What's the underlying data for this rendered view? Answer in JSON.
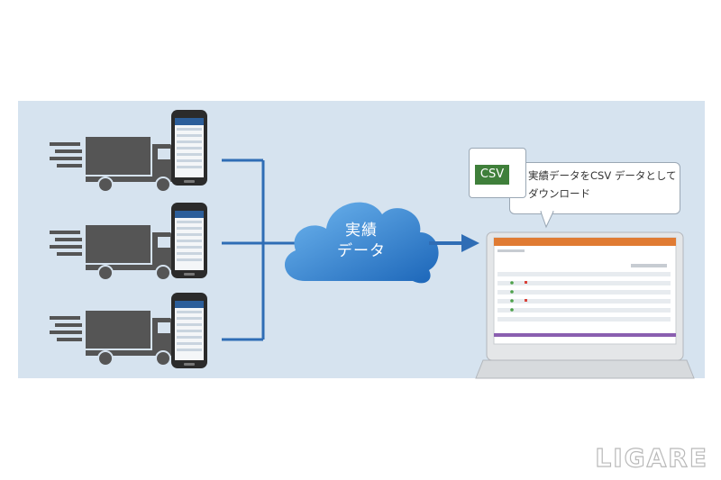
{
  "cloud": {
    "line1": "実績",
    "line2": "データ"
  },
  "callout": {
    "badge": "CSV",
    "text_line1": "実績データをCSV データとして",
    "text_line2": "ダウンロード"
  },
  "watermark": "LIGARE",
  "colors": {
    "panel_bg": "#d6e3ef",
    "connector": "#2f6db5",
    "cloud_light": "#5aa6e6",
    "cloud_dark": "#1c6bbd",
    "truck": "#555555",
    "app_header": "#e07b33",
    "csv_badge": "#3f7f3a"
  },
  "icons": [
    "truck-icon",
    "smartphone-icon",
    "cloud-icon",
    "arrow-right-icon",
    "laptop-icon"
  ]
}
